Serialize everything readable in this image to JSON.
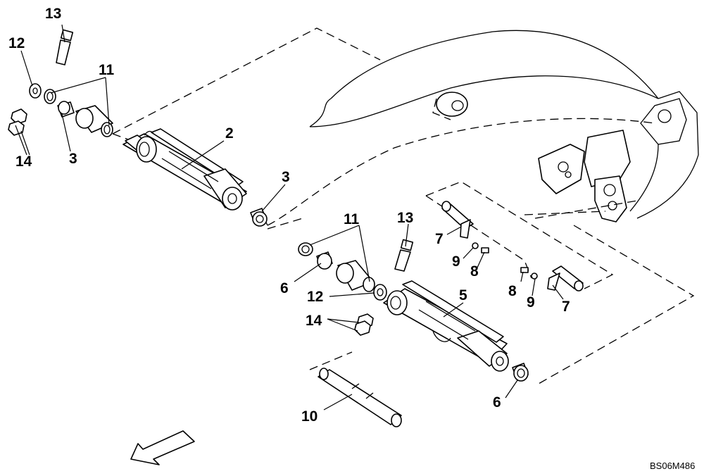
{
  "diagram": {
    "callouts": {
      "c1": "13",
      "c2": "12",
      "c3": "11",
      "c4": "14",
      "c5": "3",
      "c6": "2",
      "c7": "3",
      "c8": "11",
      "c9": "13",
      "c10": "7",
      "c11": "9",
      "c12": "8",
      "c13": "6",
      "c14": "12",
      "c15": "14",
      "c16": "5",
      "c17": "8",
      "c18": "9",
      "c19": "7",
      "c20": "6",
      "c21": "10"
    },
    "drawing_code": "BS06M486"
  }
}
